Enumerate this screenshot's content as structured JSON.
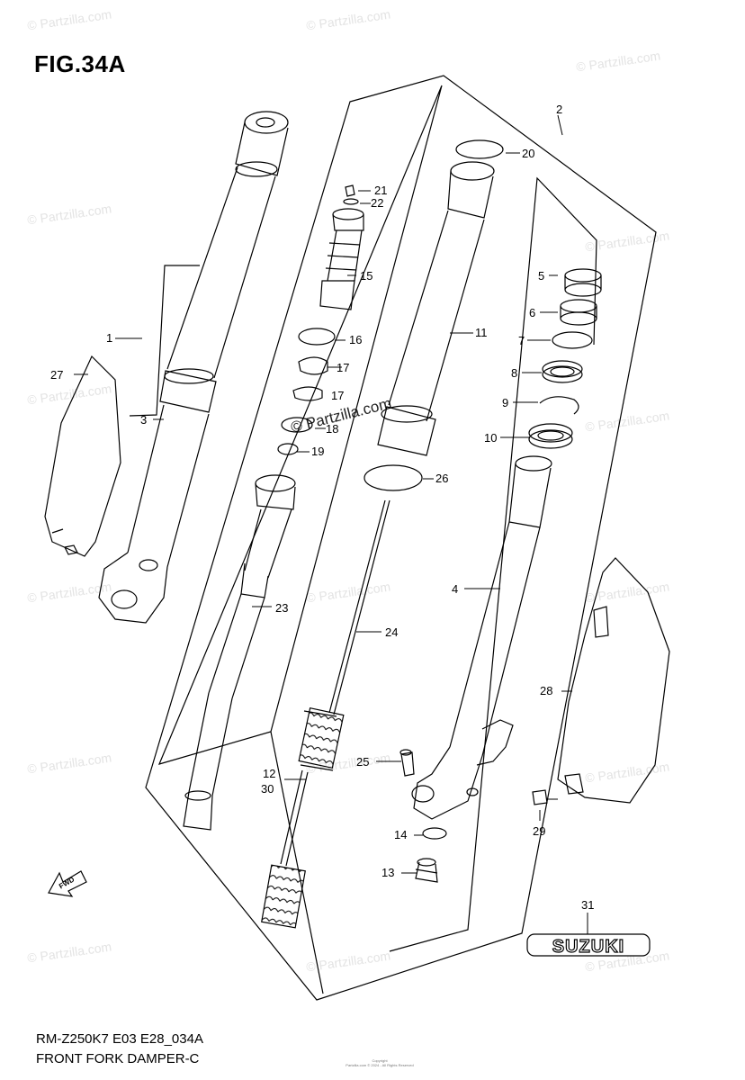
{
  "figure": {
    "title": "FIG.34A",
    "model_code": "RM-Z250K7 E03 E28_034A",
    "group_name": "FRONT FORK DAMPER-C"
  },
  "copyright": {
    "label": "Copyright",
    "text": "Partzilla.com © 2024 - All Rights Reserved"
  },
  "watermark": "© Partzilla.com",
  "brand_emblem": "SUZUKI",
  "fwd_label": "FWD",
  "callouts": {
    "c1": "1",
    "c2": "2",
    "c3": "3",
    "c4": "4",
    "c5": "5",
    "c6": "6",
    "c7": "7",
    "c8": "8",
    "c9": "9",
    "c10": "10",
    "c11": "11",
    "c12": "12",
    "c13": "13",
    "c14": "14",
    "c15": "15",
    "c16": "16",
    "c17a": "17",
    "c17b": "17",
    "c18": "18",
    "c19": "19",
    "c20": "20",
    "c21": "21",
    "c22": "22",
    "c23": "23",
    "c24": "24",
    "c25": "25",
    "c26": "26",
    "c27": "27",
    "c28": "28",
    "c29": "29",
    "c30": "30",
    "c31": "31"
  }
}
